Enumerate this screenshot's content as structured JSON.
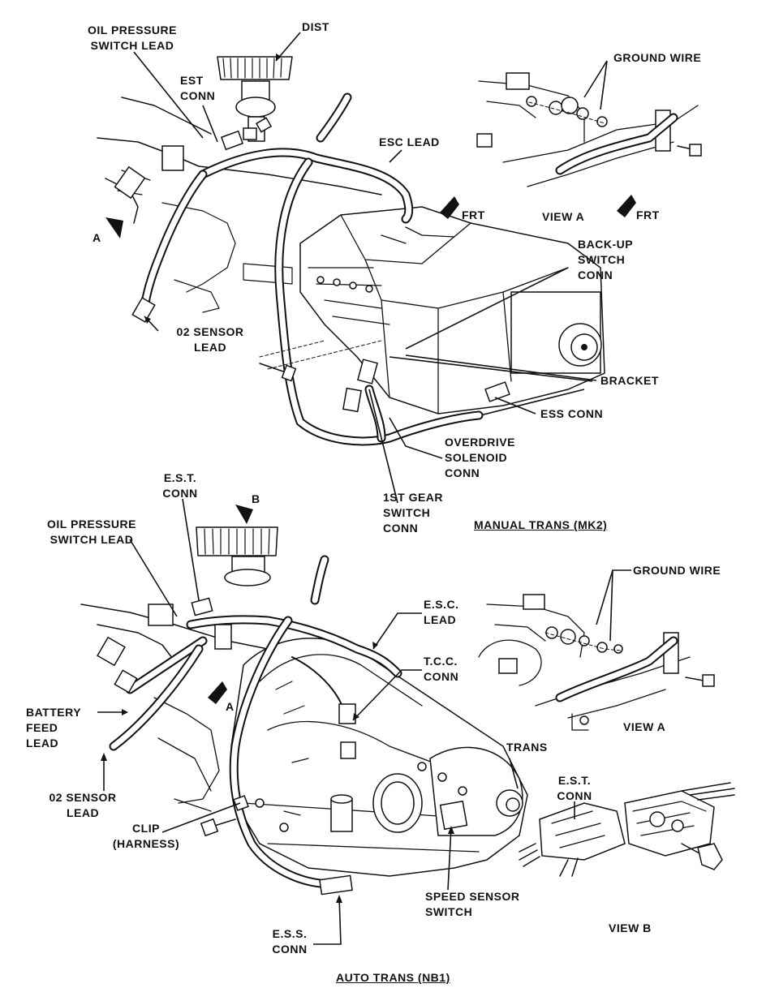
{
  "manual": {
    "oil_pressure_lead": "OIL PRESSURE\nSWITCH LEAD",
    "dist": "DIST",
    "est_conn": "EST\nCONN",
    "esc_lead": "ESC LEAD",
    "frt_main": "FRT",
    "view_arrow_a": "A",
    "o2_sensor_lead": "02 SENSOR\nLEAD",
    "backup_switch_conn": "BACK-UP\nSWITCH\nCONN",
    "bracket": "BRACKET",
    "ess_conn": "ESS CONN",
    "overdrive_solenoid_conn": "OVERDRIVE\nSOLENOID\nCONN",
    "first_gear_switch_conn": "1ST GEAR\nSWITCH\nCONN",
    "caption": "MANUAL TRANS (MK2)"
  },
  "manual_view_a": {
    "ground_wire": "GROUND WIRE",
    "title": "VIEW A",
    "frt": "FRT"
  },
  "auto": {
    "view_arrow_b": "B",
    "est_conn": "E.S.T.\nCONN",
    "oil_pressure_lead": "OIL PRESSURE\nSWITCH LEAD",
    "esc_lead": "E.S.C.\nLEAD",
    "tcc_conn": "T.C.C.\nCONN",
    "battery_feed_lead": "BATTERY\nFEED\nLEAD",
    "view_arrow_a": "A",
    "trans": "TRANS",
    "o2_sensor_lead": "02 SENSOR\nLEAD",
    "clip_harness": "CLIP\n(HARNESS)",
    "speed_sensor_switch": "SPEED SENSOR\nSWITCH",
    "ess_conn": "E.S.S.\nCONN",
    "caption": "AUTO TRANS (NB1)"
  },
  "auto_view_a": {
    "ground_wire": "GROUND WIRE",
    "title": "VIEW A"
  },
  "auto_view_b": {
    "est_conn": "E.S.T.\nCONN",
    "title": "VIEW B"
  }
}
